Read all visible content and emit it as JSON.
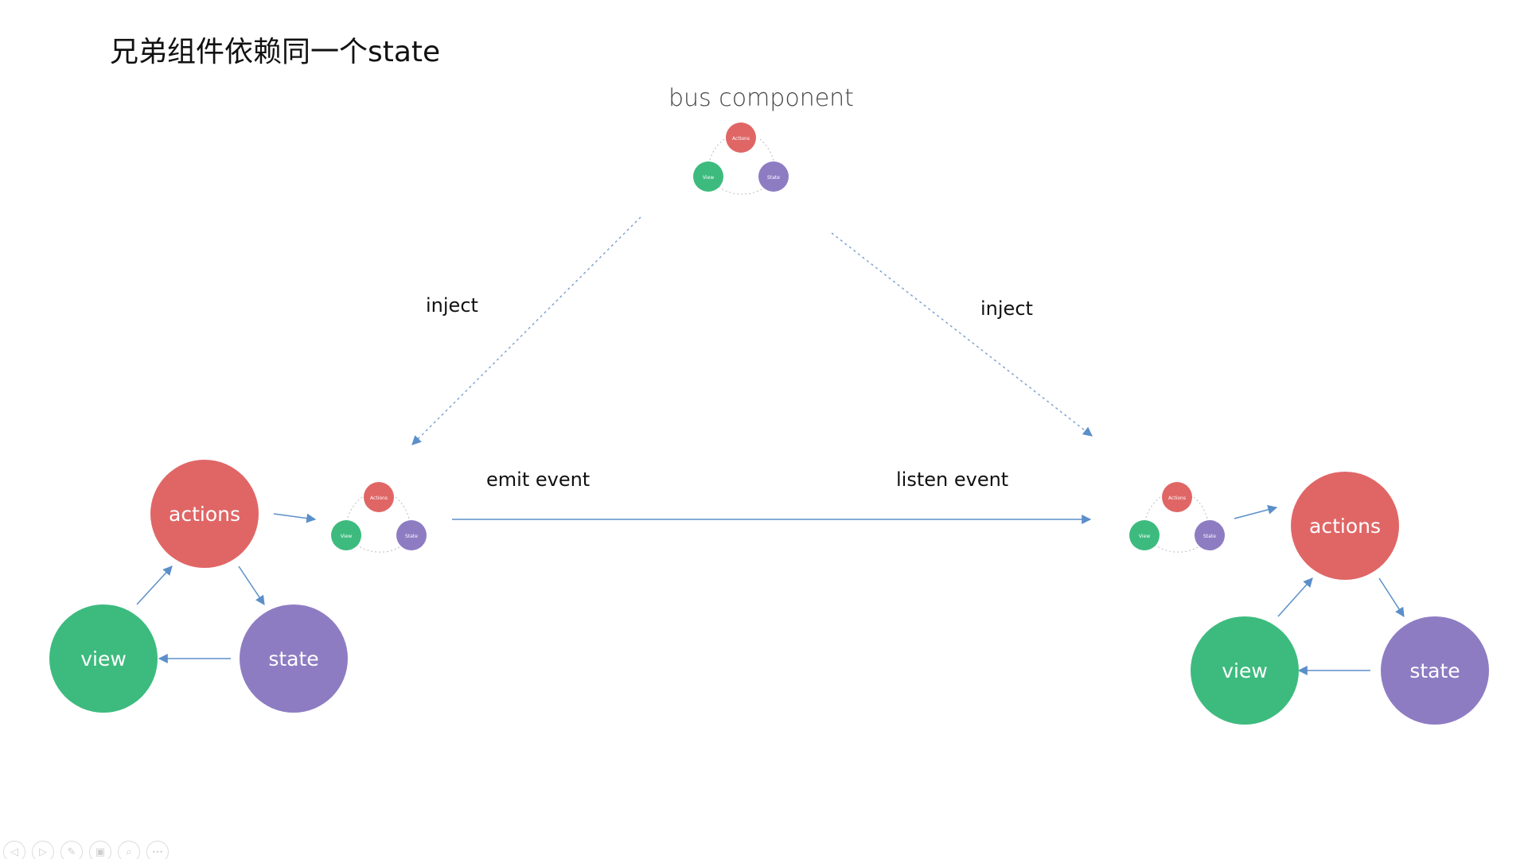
{
  "slide": {
    "title": "兄弟组件依赖同一个state"
  },
  "bus": {
    "title": "bus component",
    "node_labels": {
      "actions": "Actions",
      "view": "View",
      "state": "State"
    }
  },
  "edges": {
    "inject_left": "inject",
    "inject_right": "inject",
    "emit": "emit event",
    "listen": "listen event"
  },
  "left_cycle": {
    "actions": "actions",
    "view": "view",
    "state": "state"
  },
  "right_cycle": {
    "actions": "actions",
    "view": "view",
    "state": "state"
  },
  "mini_cycles": {
    "labels": {
      "actions": "Actions",
      "view": "View",
      "state": "State"
    }
  },
  "colors": {
    "actions": "#E06666",
    "view": "#3DBB7E",
    "state": "#8E7CC3",
    "arrow": "#5B8FC9"
  },
  "toolbar": {
    "icons": [
      "prev-icon",
      "next-icon",
      "pen-icon",
      "slides-icon",
      "zoom-icon",
      "more-icon"
    ],
    "glyphs": [
      "◁",
      "▷",
      "✎",
      "▣",
      "⌕",
      "•••"
    ]
  }
}
